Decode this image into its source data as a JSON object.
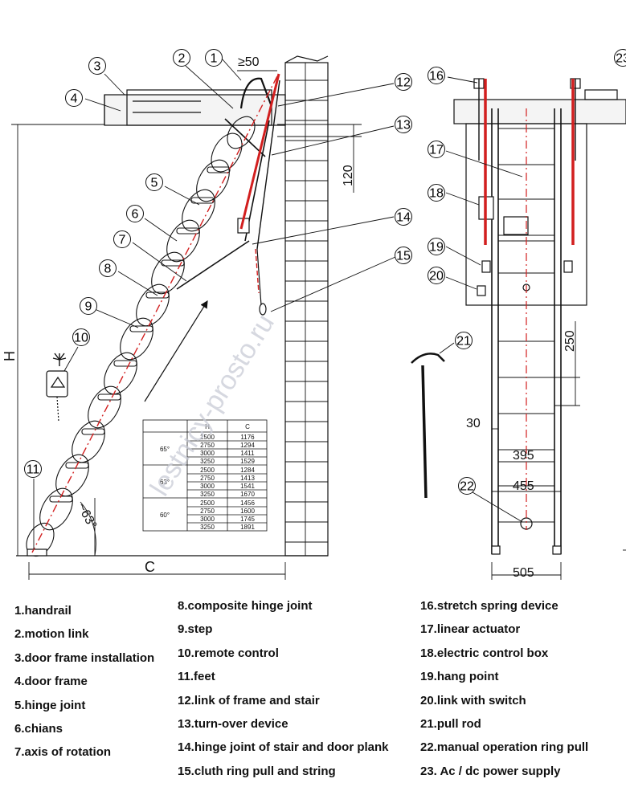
{
  "callouts": [
    "1",
    "2",
    "3",
    "4",
    "5",
    "6",
    "7",
    "8",
    "9",
    "10",
    "11",
    "12",
    "13",
    "14",
    "15",
    "16",
    "17",
    "18",
    "19",
    "20",
    "21",
    "22",
    "23"
  ],
  "dimensions": {
    "min_gap": "≥50",
    "height_120": "120",
    "height_label": "H",
    "width_label": "C",
    "angle": "~63°",
    "step_pitch": "250",
    "offset_30": "30",
    "width_395": "395",
    "width_455": "455",
    "width_505": "505"
  },
  "table": {
    "headers": [
      "H",
      "C"
    ],
    "groups": [
      {
        "angle": "65°",
        "rows": [
          [
            "2500",
            "1176"
          ],
          [
            "2750",
            "1294"
          ],
          [
            "3000",
            "1411"
          ],
          [
            "3250",
            "1529"
          ]
        ]
      },
      {
        "angle": "63°",
        "rows": [
          [
            "2500",
            "1284"
          ],
          [
            "2750",
            "1413"
          ],
          [
            "3000",
            "1541"
          ],
          [
            "3250",
            "1670"
          ]
        ]
      },
      {
        "angle": "60°",
        "rows": [
          [
            "2500",
            "1456"
          ],
          [
            "2750",
            "1600"
          ],
          [
            "3000",
            "1745"
          ],
          [
            "3250",
            "1891"
          ]
        ]
      }
    ]
  },
  "watermark": "lestnicy-prosto.ru",
  "legend": {
    "col1": [
      "1.handrail",
      "2.motion link",
      "3.door frame installation",
      "4.door frame",
      "5.hinge joint",
      "6.chians",
      "7.axis of rotation"
    ],
    "col2": [
      "8.composite hinge joint",
      "9.step",
      "10.remote control",
      "11.feet",
      "12.link of frame and stair",
      "13.turn-over device",
      "14.hinge joint of stair and door plank",
      "15.cluth ring pull and string"
    ],
    "col3": [
      "16.stretch spring device",
      "17.linear actuator",
      "18.electric control box",
      "19.hang point",
      "20.link with switch",
      "21.pull rod",
      "22.manual operation ring pull",
      "23. Ac / dc power supply"
    ]
  },
  "colors": {
    "line": "#111111",
    "accent": "#d21f1f",
    "watermark": "#c9ccd6"
  }
}
